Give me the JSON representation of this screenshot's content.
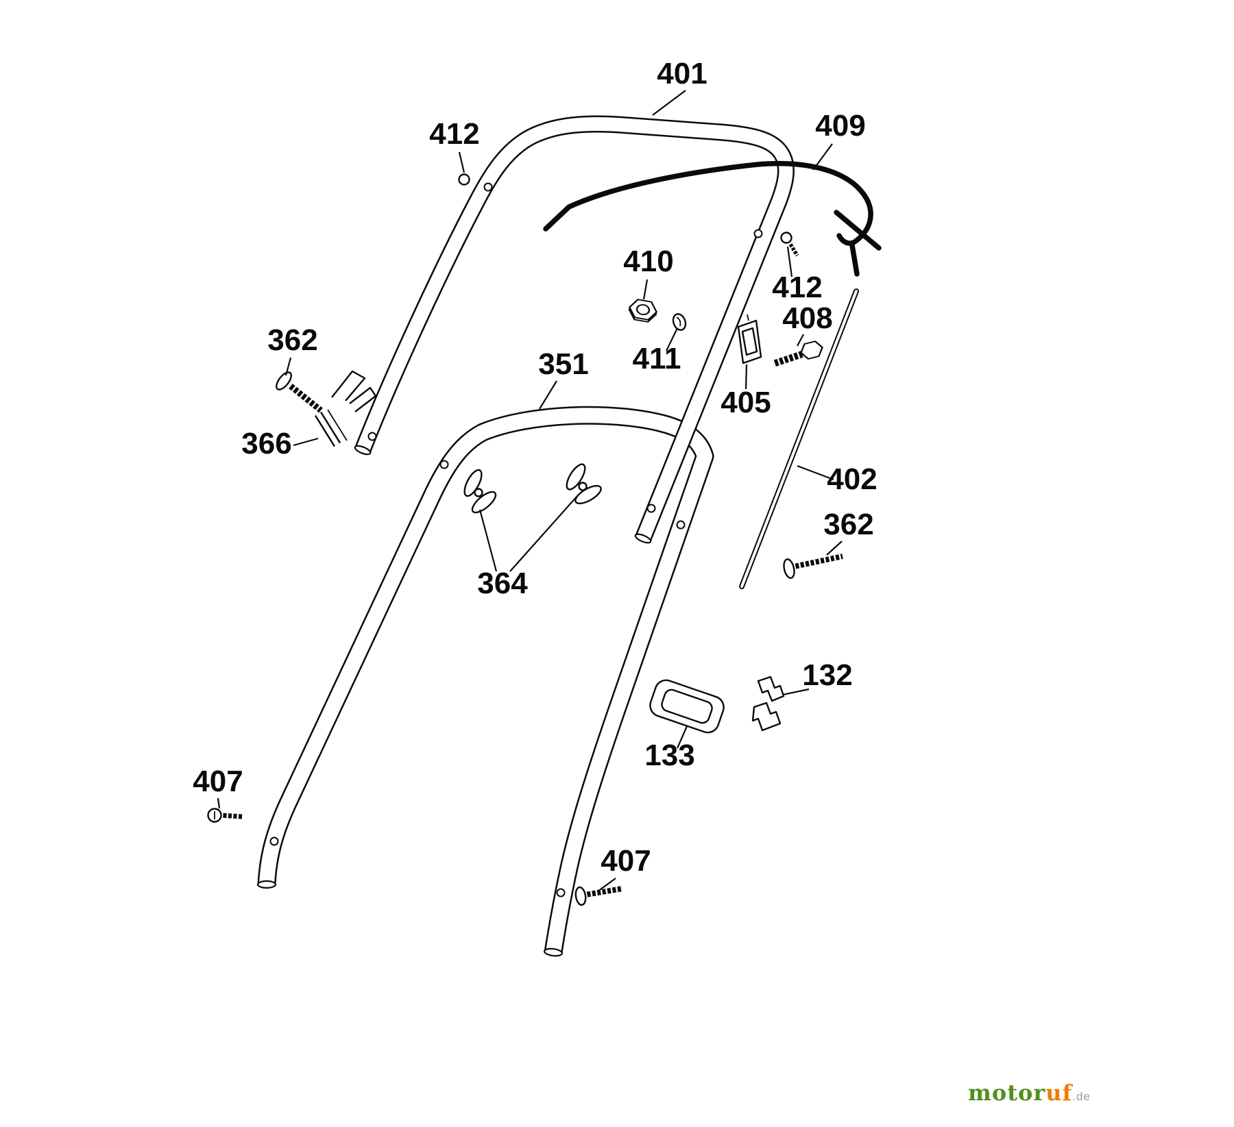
{
  "diagram": {
    "labels": [
      {
        "text": "401"
      },
      {
        "text": "412"
      },
      {
        "text": "409"
      },
      {
        "text": "410"
      },
      {
        "text": "411"
      },
      {
        "text": "412"
      },
      {
        "text": "408"
      },
      {
        "text": "405"
      },
      {
        "text": "351"
      },
      {
        "text": "362"
      },
      {
        "text": "366"
      },
      {
        "text": "364"
      },
      {
        "text": "402"
      },
      {
        "text": "362"
      },
      {
        "text": "132"
      },
      {
        "text": "133"
      },
      {
        "text": "407"
      },
      {
        "text": "407"
      }
    ],
    "colors": {
      "line": "#0a0a0a",
      "background": "#ffffff"
    }
  },
  "watermark": {
    "brand_primary": "motor",
    "brand_secondary": "uf",
    "domain": ".de"
  }
}
